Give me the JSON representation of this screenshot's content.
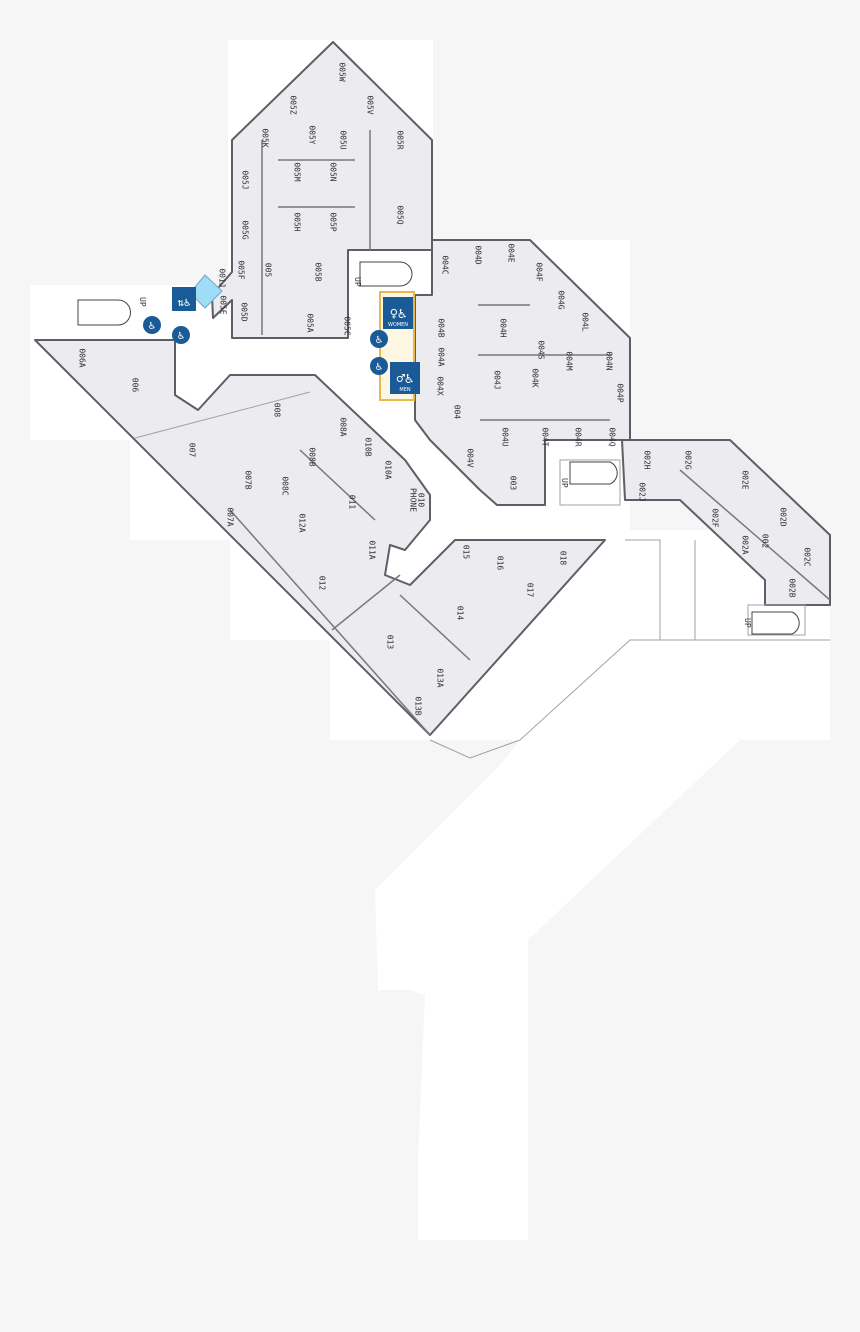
{
  "floor_plan": {
    "colors": {
      "background": "#f6f6f6",
      "site": "#ffffff",
      "room_fill": "#ebebf0",
      "wall": "#5e5e66",
      "accessibility_blue": "#1a5a96",
      "elevator_highlight": "#9fdcf5",
      "restroom_fill": "#fdf6e3",
      "restroom_border": "#e8b84a"
    },
    "rooms": [
      "005W",
      "005Z",
      "005V",
      "005Y",
      "005U",
      "005K",
      "005R",
      "005J",
      "005M",
      "005N",
      "005Q",
      "005H",
      "005P",
      "005G",
      "005B",
      "001J",
      "005F",
      "005",
      "005E",
      "005D",
      "005A",
      "005C",
      "004C",
      "004D",
      "004E",
      "004F",
      "004G",
      "004L",
      "004B",
      "004H",
      "004S",
      "004A",
      "004M",
      "004N",
      "004J",
      "004K",
      "004X",
      "004P",
      "004",
      "004U",
      "004T",
      "004R",
      "004Q",
      "004V",
      "003",
      "002H",
      "002G",
      "002E",
      "002J",
      "002F",
      "002D",
      "002A",
      "002",
      "002C",
      "002B",
      "006A",
      "006",
      "007",
      "008",
      "008A",
      "008B",
      "010B",
      "010A",
      "010",
      "PHONE",
      "007B",
      "008C",
      "011",
      "007A",
      "012A",
      "011A",
      "012",
      "013",
      "013A",
      "013B",
      "014",
      "015",
      "016",
      "017",
      "018"
    ],
    "stairs_label": "UP",
    "signs": {
      "women": "WOMEN",
      "men": "MEN"
    },
    "icons": [
      "wheelchair-icon",
      "elevator-icon",
      "women-restroom-icon",
      "men-restroom-icon",
      "stairs-icon"
    ]
  }
}
